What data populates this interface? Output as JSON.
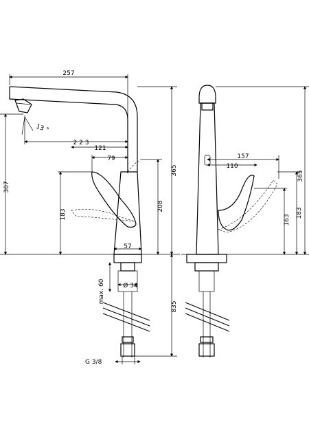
{
  "dimensions": {
    "d257": "257",
    "d13": "13 °",
    "d223": "2 2 3",
    "d121": "121",
    "d79": "79",
    "d307": "307",
    "d183_left": "183",
    "d208": "208",
    "d365_left": "365",
    "d57": "57",
    "dmax60": "max. 60",
    "d34": "Ø 34",
    "d835": "835",
    "dg38": "G 3/8",
    "d157": "157",
    "d110": "110",
    "d163": "163",
    "d183_right": "183",
    "d365_right": "365"
  }
}
